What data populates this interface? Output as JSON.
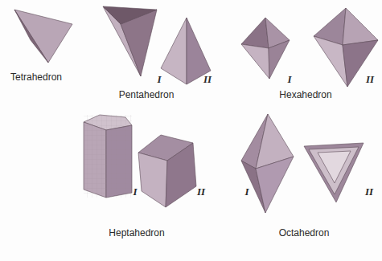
{
  "diagram": {
    "labels": [
      "Tetrahedron",
      "I",
      "II",
      "Pentahedron",
      "I",
      "II",
      "Hexahedron",
      "I",
      "II",
      "Heptahedron",
      "I",
      "II",
      "Octahedron"
    ]
  }
}
